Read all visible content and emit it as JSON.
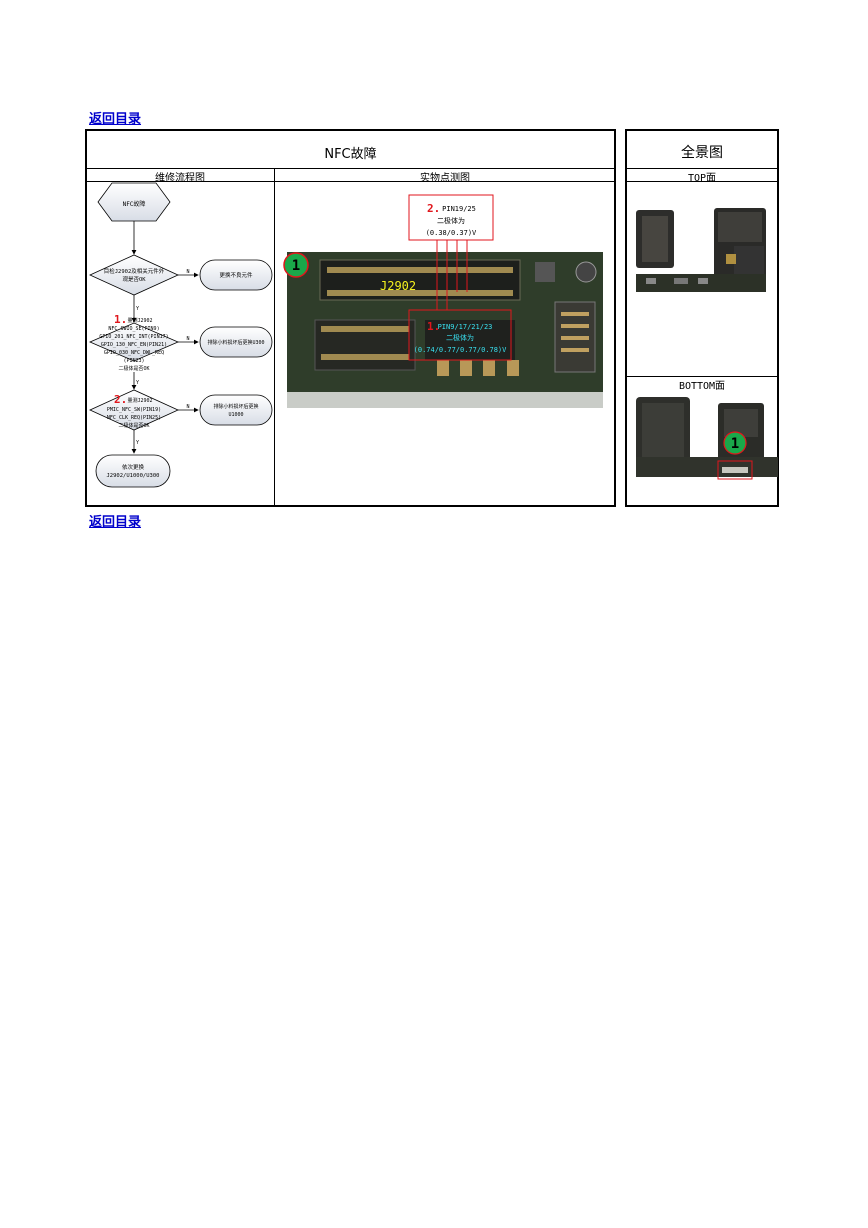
{
  "nav": {
    "back_top": "返回目录",
    "back_bottom": "返回目录"
  },
  "panel_left": {
    "title": "NFC故障",
    "col_flow": "维修流程图",
    "col_photo": "实物点测图"
  },
  "panel_right": {
    "title": "全景图",
    "top_label": "TOP面",
    "bottom_label": "BOTTOM面"
  },
  "flow": {
    "start": "NFC故障",
    "step1": [
      "目检J2902及相关元件外",
      "观是否OK"
    ],
    "step1_action": "更换不良元件",
    "step2_num": "1.",
    "step2": [
      "量测J2902",
      "NFC_SWIO_SE(PIN9)",
      "GPIO_201_NFC_INT(PIN17)",
      "GPIO_130_NFC_EN(PIN21)",
      "GPIO_030_NFC_DWL_REQ",
      "(PIN23)",
      "二极体是否OK"
    ],
    "step2_action": "排除小料损坏后更换U300",
    "step3_num": "2.",
    "step3": [
      "量测J2902",
      "PMIC_NFC_SW(PIN19)",
      "NFC_CLK_REQ(PIN25)",
      "二极体是否OK"
    ],
    "step3_action": [
      "排除小料损坏后更换",
      "U1000"
    ],
    "end": [
      "依次更换",
      "J2902/U1000/U300"
    ],
    "yes": "Y",
    "no": "N"
  },
  "photo": {
    "marker": "1",
    "connector": "J2902",
    "callout_top_num": "2.",
    "callout_top": [
      "PIN19/25",
      "二极体为",
      "(0.38/0.37)V"
    ],
    "callout_mid_num": "1.",
    "callout_mid": [
      "PIN9/17/21/23",
      "二极体为",
      "(0.74/0.77/0.77/0.78)V"
    ]
  },
  "overview": {
    "marker": "1"
  },
  "colors": {
    "link": "#0000cc",
    "marker_green": "#1aa84a",
    "callout_red": "#e0161c",
    "callout_cyan": "#39e0f0",
    "label_yellow": "#f4f01e",
    "board_green": "#2f3d2a"
  }
}
